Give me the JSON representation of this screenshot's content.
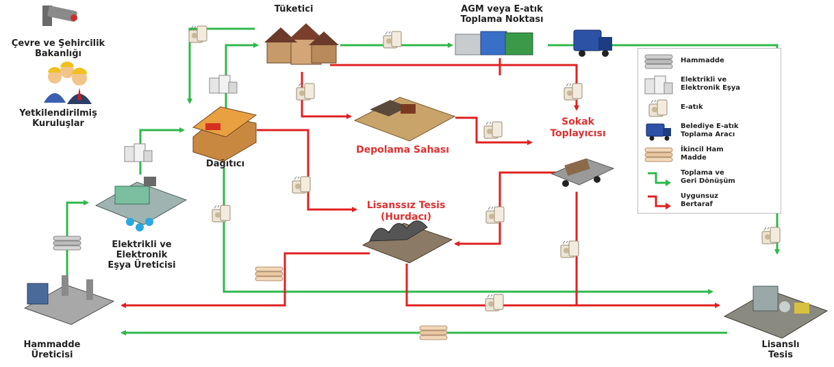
{
  "nodes": {
    "ministry": "Çevre ve Şehircilik\nBakanlığı",
    "authorized": "Yetkilendirilmiş\nKuruluşlar",
    "consumer": "Tüketici",
    "collection_point": "AGM veya E-atık\nToplama Noktası",
    "distributor": "Dağıtıcı",
    "storage": "Depolama Sahası",
    "street_collector": "Sokak\nToplayıcısı",
    "unlicensed": "Lisanssız Tesis\n(Hurdacı)",
    "eee_producer": "Elektrikli ve\nElektronik\nEşya Üreticisi",
    "raw_producer": "Hammadde\nÜreticisi",
    "licensed": "Lisanslı\nTesis"
  },
  "legend": [
    {
      "icon": "raw-material-icon",
      "label": "Hammadde"
    },
    {
      "icon": "appliance-icon",
      "label": "Elektrikli ve\nElektronik Eşya"
    },
    {
      "icon": "e-waste-icon",
      "label": "E-atık"
    },
    {
      "icon": "garbage-truck-icon",
      "label": "Belediye E-atık\nToplama Aracı"
    },
    {
      "icon": "secondary-material-icon",
      "label": "İkincil Ham\nMadde"
    },
    {
      "icon": "green-arrow-icon",
      "label": "Toplama ve\nGeri Dönüşüm"
    },
    {
      "icon": "red-arrow-icon",
      "label": "Uygunsuz\nBertaraf"
    }
  ],
  "colors": {
    "collection": "#2db84a",
    "improper": "#e02020",
    "label_red": "#e03030"
  }
}
